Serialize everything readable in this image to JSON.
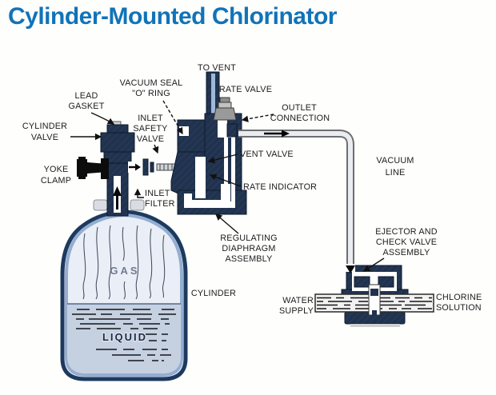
{
  "title": "Cylinder-Mounted Chlorinator",
  "colors": {
    "title_blue": "#1173b8",
    "body_navy": "#20324d",
    "tank_fill": "#eaeef6",
    "liquid_fill": "#c5d0e1",
    "tank_stroke": "#1d3a5e",
    "inner_highlight": "#93aed1",
    "label_text": "#1c1c1e"
  },
  "diagram": {
    "labels": {
      "to_vent": "TO VENT",
      "vacuum_seal_o_ring": [
        "VACUUM SEAL",
        "\"O\" RING"
      ],
      "rate_valve": "RATE VALVE",
      "lead_gasket": [
        "LEAD",
        "GASKET"
      ],
      "outlet_connection": [
        "OUTLET",
        "CONNECTION"
      ],
      "cylinder_valve": [
        "CYLINDER",
        "VALVE"
      ],
      "inlet_safety_valve": [
        "INLET",
        "SAFETY",
        "VALVE"
      ],
      "vent_valve": "VENT VALVE",
      "yoke_clamp": [
        "YOKE",
        "CLAMP"
      ],
      "vacuum_line": [
        "VACUUM",
        "LINE"
      ],
      "rate_indicator": "RATE INDICATOR",
      "inlet_filter": [
        "INLET",
        "FILTER"
      ],
      "regulating_diaphragm_assembly": [
        "REGULATING",
        "DIAPHRAGM",
        "ASSEMBLY"
      ],
      "ejector_check_valve_assembly": [
        "EJECTOR AND",
        "CHECK VALVE",
        "ASSEMBLY"
      ],
      "gas": "GAS",
      "cylinder": "CYLINDER",
      "water_supply": [
        "WATER",
        "SUPPLY"
      ],
      "chlorine_solution": [
        "CHLORINE",
        "SOLUTION"
      ],
      "liquid": "LIQUID"
    }
  }
}
